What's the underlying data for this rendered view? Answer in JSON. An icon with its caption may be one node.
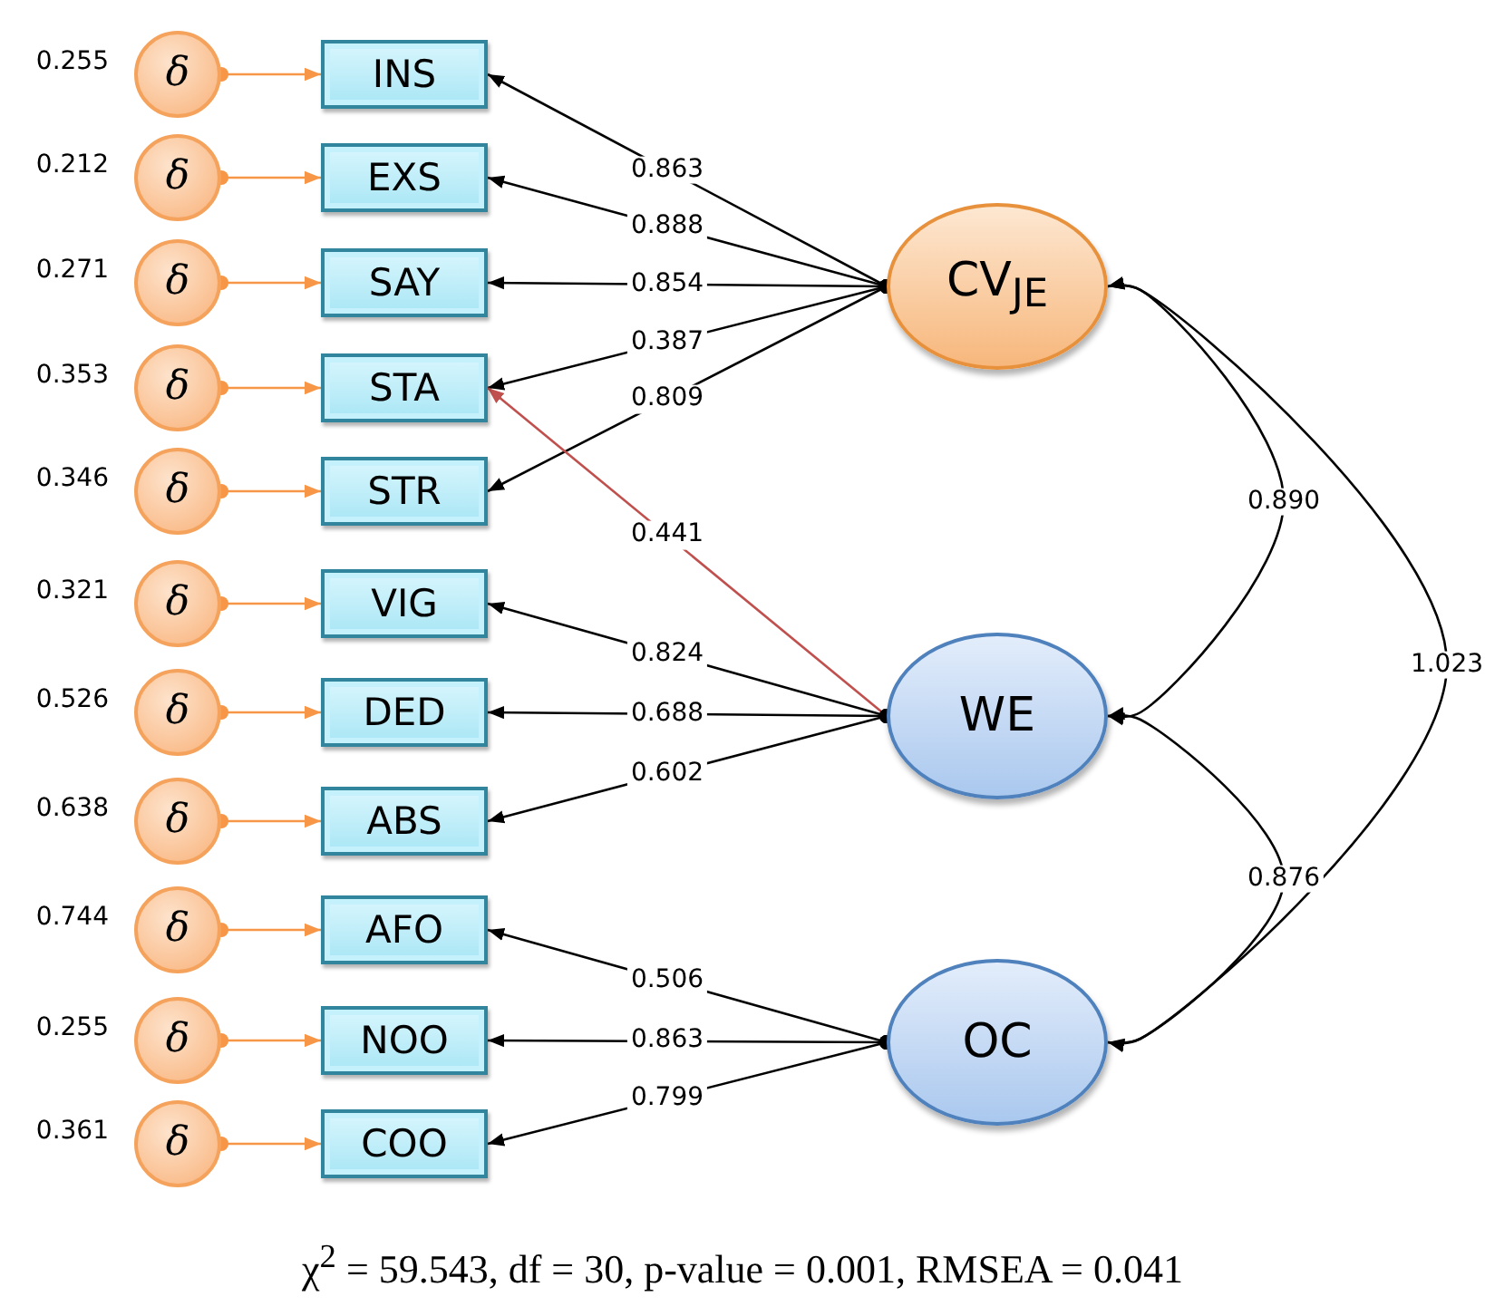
{
  "diagram": {
    "caption": "χ$^{2}$ = 59.543, df = 30, p-value = 0.001, RMSEA = 0.041",
    "nodes": [
      {
        "text": [
          "δ"
        ],
        "beside": [
          "0.255"
        ]
      },
      {
        "text": [
          "δ"
        ],
        "beside": [
          "0.212"
        ]
      },
      {
        "text": [
          "δ"
        ],
        "beside": [
          "0.271"
        ]
      },
      {
        "text": [
          "δ"
        ],
        "beside": [
          "0.353"
        ]
      },
      {
        "text": [
          "δ"
        ],
        "beside": [
          "0.346"
        ]
      },
      {
        "text": [
          "δ"
        ],
        "beside": [
          "0.321"
        ]
      },
      {
        "text": [
          "δ"
        ],
        "beside": [
          "0.526"
        ]
      },
      {
        "text": [
          "δ"
        ],
        "beside": [
          "0.638"
        ]
      },
      {
        "text": [
          "δ"
        ],
        "beside": [
          "0.744"
        ]
      },
      {
        "text": [
          "δ"
        ],
        "beside": [
          "0.255"
        ]
      },
      {
        "text": [
          "δ"
        ],
        "beside": [
          "0.361"
        ]
      },
      {
        "text": [
          "INS"
        ]
      },
      {
        "text": [
          "EXS"
        ]
      },
      {
        "text": [
          "SAY"
        ]
      },
      {
        "text": [
          "STA"
        ]
      },
      {
        "text": [
          "STR"
        ]
      },
      {
        "text": [
          "VIG"
        ]
      },
      {
        "text": [
          "DED"
        ]
      },
      {
        "text": [
          "ABS"
        ]
      },
      {
        "text": [
          "AFO"
        ]
      },
      {
        "text": [
          "NOO"
        ]
      },
      {
        "text": [
          "COO"
        ]
      },
      {
        "text": [
          "CV$_{JE}$"
        ]
      },
      {
        "text": [
          "WE"
        ]
      },
      {
        "text": [
          "OC"
        ]
      }
    ],
    "edges": [
      {
        "from": 0,
        "to": 11,
        "arrow": "to",
        "color": "#f79646"
      },
      {
        "from": 1,
        "to": 12,
        "arrow": "to",
        "color": "#f79646"
      },
      {
        "from": 2,
        "to": 13,
        "arrow": "to",
        "color": "#f79646"
      },
      {
        "from": 3,
        "to": 14,
        "arrow": "to",
        "color": "#f79646"
      },
      {
        "from": 4,
        "to": 15,
        "arrow": "to",
        "color": "#f79646"
      },
      {
        "from": 5,
        "to": 16,
        "arrow": "to",
        "color": "#f79646"
      },
      {
        "from": 6,
        "to": 17,
        "arrow": "to",
        "color": "#f79646"
      },
      {
        "from": 7,
        "to": 18,
        "arrow": "to",
        "color": "#f79646"
      },
      {
        "from": 8,
        "to": 19,
        "arrow": "to",
        "color": "#f79646"
      },
      {
        "from": 9,
        "to": 20,
        "arrow": "to",
        "color": "#f79646"
      },
      {
        "from": 10,
        "to": 21,
        "arrow": "to",
        "color": "#f79646"
      },
      {
        "from": 22,
        "to": 11,
        "arrow": "to",
        "label": "0.863"
      },
      {
        "from": 22,
        "to": 12,
        "arrow": "to",
        "label": "0.888"
      },
      {
        "from": 22,
        "to": 13,
        "arrow": "to",
        "label": "0.854"
      },
      {
        "from": 22,
        "to": 14,
        "arrow": "to",
        "label": "0.387"
      },
      {
        "from": 22,
        "to": 15,
        "arrow": "to",
        "label": "0.809"
      },
      {
        "from": 23,
        "to": 14,
        "arrow": "to",
        "label": "0.441",
        "color": "#c0504d"
      },
      {
        "from": 23,
        "to": 16,
        "arrow": "to",
        "label": "0.824"
      },
      {
        "from": 23,
        "to": 17,
        "arrow": "to",
        "label": "0.688"
      },
      {
        "from": 23,
        "to": 18,
        "arrow": "to",
        "label": "0.602"
      },
      {
        "from": 24,
        "to": 19,
        "arrow": "to",
        "label": "0.506"
      },
      {
        "from": 24,
        "to": 20,
        "arrow": "to",
        "label": "0.863"
      },
      {
        "from": 24,
        "to": 21,
        "arrow": "to",
        "label": "0.799"
      },
      {
        "from": 22,
        "to": 23,
        "arrow": "both",
        "label": "0.890"
      },
      {
        "from": 23,
        "to": 24,
        "arrow": "both",
        "label": "0.876"
      },
      {
        "from": 22,
        "to": 24,
        "arrow": "both",
        "label": "1.023"
      }
    ]
  }
}
